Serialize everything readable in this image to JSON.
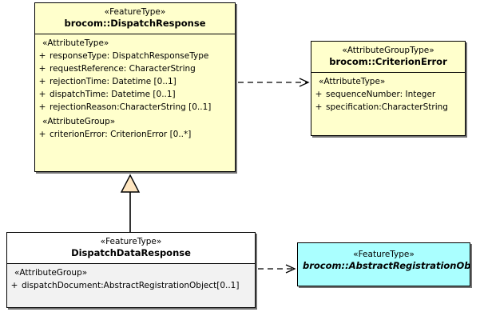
{
  "diagram": {
    "title": "UML class diagram",
    "type": "uml-class-diagram",
    "colors": {
      "feature_type_fill": "#FFFFCC",
      "attribute_group_type_fill": "#FFFFCC",
      "abstract_feature_type_fill": "#AAFFFF",
      "data_response_header_fill": "#FFFFFF",
      "data_response_body_fill": "#F2F2F2",
      "generalization_arrow_fill": "#FFE6C0",
      "border": "#000000"
    }
  },
  "classes": {
    "dispatch_response": {
      "stereotype": "«FeatureType»",
      "name": "brocom::DispatchResponse",
      "compartments": [
        {
          "group": "«AttributeType»",
          "attributes": [
            {
              "visibility": "+",
              "text": "responseType: DispatchResponseType"
            },
            {
              "visibility": "+",
              "text": "requestReference: CharacterString"
            },
            {
              "visibility": "+",
              "text": "rejectionTime: Datetime [0..1]"
            },
            {
              "visibility": "+",
              "text": "dispatchTime: Datetime [0..1]"
            },
            {
              "visibility": "+",
              "text": "rejectionReason:CharacterString [0..1]"
            }
          ]
        },
        {
          "group": "«AttributeGroup»",
          "attributes": [
            {
              "visibility": "+",
              "text": "criterionError: CriterionError [0..*]"
            }
          ]
        }
      ]
    },
    "criterion_error": {
      "stereotype": "«AttributeGroupType»",
      "name": "brocom::CriterionError",
      "compartments": [
        {
          "group": "«AttributeType»",
          "attributes": [
            {
              "visibility": "+",
              "text": "sequenceNumber: Integer"
            },
            {
              "visibility": "+",
              "text": "specification:CharacterString"
            }
          ]
        }
      ]
    },
    "dispatch_data_response": {
      "stereotype": "«FeatureType»",
      "name": "DispatchDataResponse",
      "compartments": [
        {
          "group": "«AttributeGroup»",
          "attributes": [
            {
              "visibility": "+",
              "text": "dispatchDocument:AbstractRegistrationObject[0..1]"
            }
          ]
        }
      ]
    },
    "abstract_registration_object": {
      "stereotype": "«FeatureType»",
      "name": "brocom::AbstractRegistrationObject",
      "compartments": []
    }
  },
  "relationships": [
    {
      "name": "dispatch-response-to-criterion-error",
      "kind": "dependency",
      "style": "dashed",
      "arrowhead": "open",
      "from": "brocom::DispatchResponse",
      "to": "brocom::CriterionError"
    },
    {
      "name": "dispatch-data-response-to-abstract-registration-object",
      "kind": "dependency",
      "style": "dashed",
      "arrowhead": "open",
      "from": "DispatchDataResponse",
      "to": "brocom::AbstractRegistrationObject"
    },
    {
      "name": "dispatch-data-response-generalizes-dispatch-response",
      "kind": "generalization",
      "style": "solid",
      "arrowhead": "hollow-triangle",
      "from": "DispatchDataResponse",
      "to": "brocom::DispatchResponse"
    }
  ]
}
